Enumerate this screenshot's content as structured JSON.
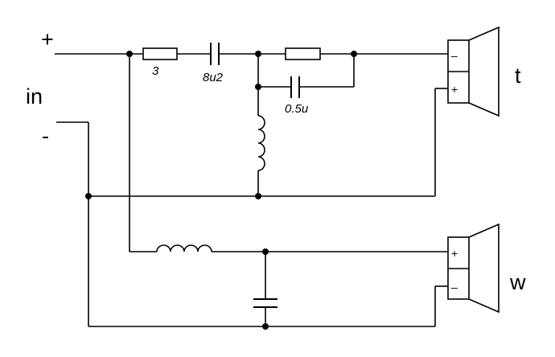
{
  "input": {
    "label": "in",
    "plus": "+",
    "minus": "-"
  },
  "tweeter_branch": {
    "series_resistor": "3",
    "series_capacitor": "8u2",
    "parallel_capacitor": "0.5u"
  },
  "speakers": {
    "tweeter": {
      "label": "t",
      "terminal_top": "–",
      "terminal_bottom": "+"
    },
    "woofer": {
      "label": "w",
      "terminal_top": "+",
      "terminal_bottom": "–"
    }
  }
}
